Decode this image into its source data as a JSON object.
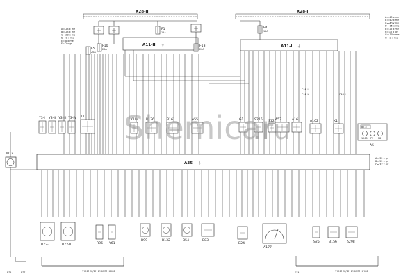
{
  "connectors": {
    "x28_2": {
      "label": "X28-II"
    },
    "x28_1": {
      "label": "X28-I"
    }
  },
  "fuses": {
    "f1": {
      "label": "F1",
      "rating": "15A"
    },
    "f5": {
      "label": "F5",
      "rating": "20A"
    },
    "f10": {
      "label": "F10",
      "rating": "20A"
    },
    "f13": {
      "label": "F13",
      "rating": "20A"
    },
    "f4": {
      "label": "F4",
      "rating": "15A"
    }
  },
  "legends": {
    "x28_2": [
      "A= 28 x me",
      "B= 28 x me",
      "C= 28 x me",
      "D= 8 x me",
      "E= 8 x me",
      "F= 2 x gr"
    ],
    "x28_1": [
      "A= 40 x me",
      "B= 40 x me",
      "C= 40 x me",
      "D= 15 x me",
      "E= 15 x me",
      "F= 15 x gr",
      "G= 10 x me",
      "H= 2 x me"
    ],
    "a35": [
      "A= 32 x gr",
      "B= 52 x gr",
      "C= 32 x gr"
    ]
  },
  "modules": {
    "a11_2": "A11-II",
    "a11_1": "A11-I",
    "a35": "A35",
    "a5": "A5",
    "a16": "A16",
    "a57": "A57",
    "a102": "A102"
  },
  "a5_pins": [
    "1960",
    "P7",
    "P8"
  ],
  "a5_box": "B7.5",
  "can_labels": {
    "can_l1": "CAN-L",
    "can_h": "CAN-H",
    "can_l2": "CAN-L"
  },
  "top_row": [
    "Y3-I",
    "Y3-II",
    "Y3-III",
    "Y3-IV",
    "T1",
    "Y104",
    "B136",
    "B161",
    "A55",
    "G1",
    "S216",
    "S12",
    "A57",
    "A16",
    "A102",
    "K1",
    "A5"
  ],
  "side_items": [
    "M12"
  ],
  "bottom_row": [
    "B72-I",
    "B72-II",
    "R96",
    "Y61",
    "B99",
    "B132",
    "B54",
    "B83",
    "B24",
    "A177",
    "S25",
    "B156",
    "S298"
  ],
  "grounds": [
    "E72",
    "E77",
    "E71"
  ],
  "refs": {
    "left": "3118170/3118180/3118188",
    "right": "3118170/3118180/3118188"
  },
  "watermark": {
    "main": "Shemicar",
    "tld": ".ru"
  }
}
